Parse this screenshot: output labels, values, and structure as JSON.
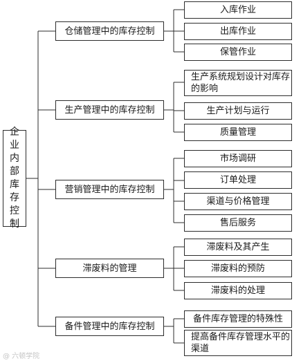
{
  "root": {
    "label": "企业内部库存控制"
  },
  "branches": [
    {
      "label": "仓储管理中的库存控制",
      "children": [
        "入库作业",
        "出库作业",
        "保管作业"
      ]
    },
    {
      "label": "生产管理中的库存控制",
      "children": [
        "生产系统规划设计对库存的影响",
        "生产计划与运行",
        "质量管理"
      ]
    },
    {
      "label": "营销管理中的库存控制",
      "children": [
        "市场调研",
        "订单处理",
        "渠道与价格管理",
        "售后服务"
      ]
    },
    {
      "label": "滞废料的管理",
      "children": [
        "滞废料及其产生",
        "滞废料的预防",
        "滞废料的处理"
      ]
    },
    {
      "label": "备件管理中的库存控制",
      "children": [
        "备件库存管理的特殊性",
        "提高备件库存管理水平的渠道"
      ]
    }
  ],
  "watermark": {
    "text": "@ 六顿学院"
  }
}
